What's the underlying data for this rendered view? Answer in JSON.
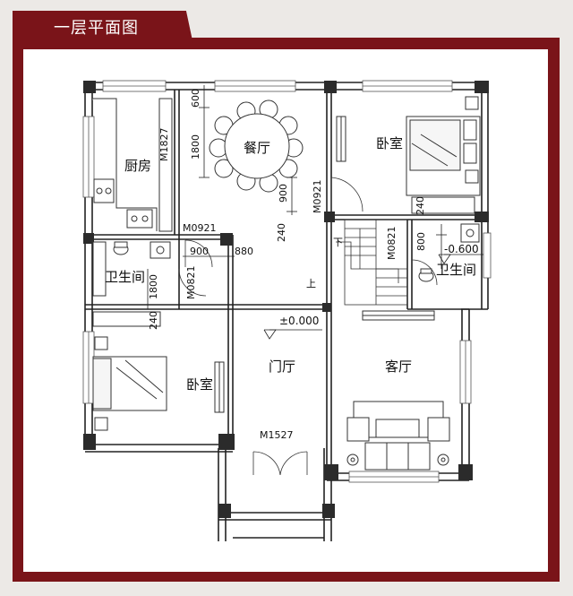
{
  "title": "一层平面图",
  "rooms": {
    "kitchen": "厨房",
    "dining": "餐厅",
    "bedroom_ne": "卧室",
    "bathroom_w": "卫生间",
    "bathroom_e": "卫生间",
    "bedroom_sw": "卧室",
    "foyer": "门厅",
    "living": "客厅"
  },
  "doors": {
    "kitchen_door": "M1827",
    "dining_east_door": "M0921",
    "bath_w_top_door": "M0921",
    "bath_w_side_door": "M0821",
    "bath_e_door": "M0821",
    "entry_door": "M1527"
  },
  "dimensions": {
    "d600": "600",
    "d1800": "1800",
    "d900_dining": "900",
    "d240_dining": "240",
    "d900_bath": "900",
    "d880": "880",
    "d1800_bath": "1800",
    "d240_bath_w": "240",
    "d240_bath_e": "240",
    "d800": "800"
  },
  "levels": {
    "main": "±0.000",
    "bath": "-0.600"
  },
  "stairs": {
    "down": "下",
    "up": "上"
  }
}
